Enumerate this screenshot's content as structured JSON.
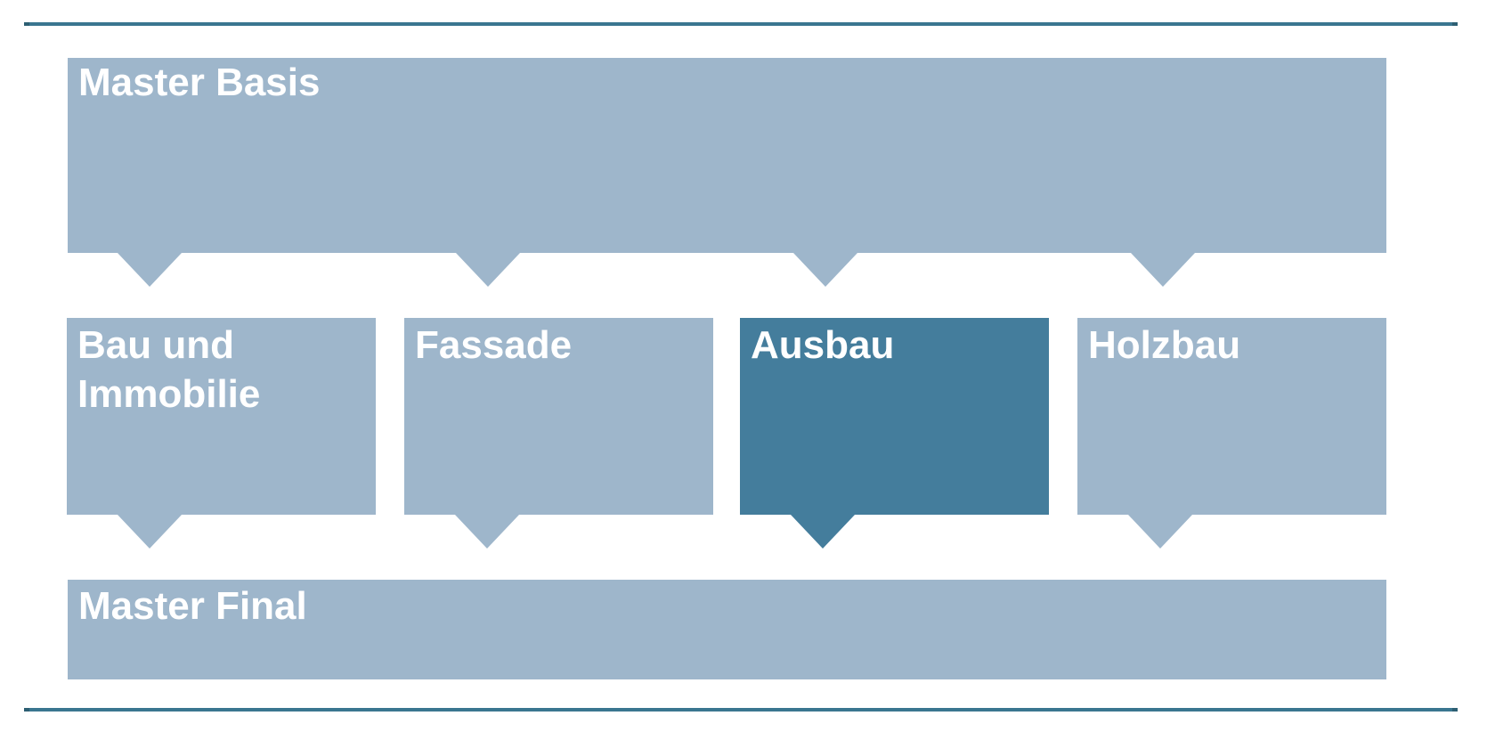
{
  "colors": {
    "box_light": "#9EB6CB",
    "box_highlight": "#447D9C",
    "divider": "#3A7690",
    "divider_cap": "#2D5F73",
    "label_text": "#FFFFFF",
    "background": "#FFFFFF"
  },
  "diagram": {
    "top_box": {
      "label": "Master Basis",
      "highlighted": false
    },
    "middle_boxes": [
      {
        "label": "Bau und Immobilie",
        "highlighted": false
      },
      {
        "label": "Fassade",
        "highlighted": false
      },
      {
        "label": "Ausbau",
        "highlighted": true
      },
      {
        "label": "Holzbau",
        "highlighted": false
      }
    ],
    "bottom_box": {
      "label": "Master Final",
      "highlighted": false
    }
  }
}
